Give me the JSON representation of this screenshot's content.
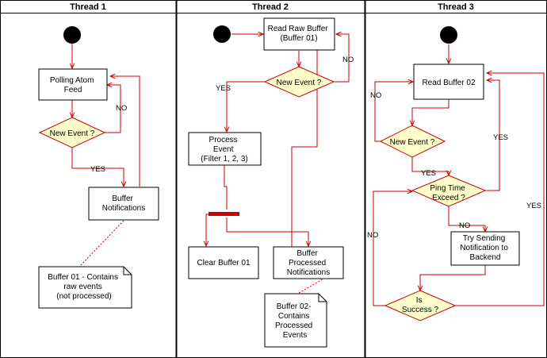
{
  "lanes": {
    "t1": "Thread 1",
    "t2": "Thread 2",
    "t3": "Thread 3"
  },
  "thread1": {
    "polling": [
      "Polling Atom",
      "Feed"
    ],
    "decision": "New Event ?",
    "buffer": [
      "Buffer",
      "Notifications"
    ],
    "note": [
      "Buffer 01 - Contains",
      "raw events",
      "(not processed)"
    ],
    "yes": "YES",
    "no": "NO"
  },
  "thread2": {
    "read_raw": [
      "Read Raw Buffer",
      "(Buffer 01)"
    ],
    "decision": "New Event ?",
    "process": [
      "Process",
      "Event",
      "(Filter 1, 2, 3)"
    ],
    "clear": "Clear Buffer 01",
    "buffer_processed": [
      "Buffer",
      "Processed",
      "Notifications"
    ],
    "note": [
      "Buffer 02-",
      "Contains",
      "Processed",
      "Events"
    ],
    "yes": "YES",
    "no": "NO"
  },
  "thread3": {
    "read": "Read Buffer 02",
    "decision_event": "New Event ?",
    "decision_ping": [
      "Ping Time",
      "Exceed ?"
    ],
    "try_send": [
      "Try Sending",
      "Notification to",
      "Backend"
    ],
    "decision_success": [
      "Is",
      "Success ?"
    ],
    "label_no_event": "NO",
    "label_yes_event": "YES",
    "label_no_ping": "NO",
    "label_yes_ping": "YES",
    "label_no_success": "NO",
    "label_yes_success": "YES"
  },
  "colors": {
    "edge": "#cc0000",
    "diamond_fill": "#ffffcc",
    "start": "#000000",
    "bar": "#cc0000"
  }
}
